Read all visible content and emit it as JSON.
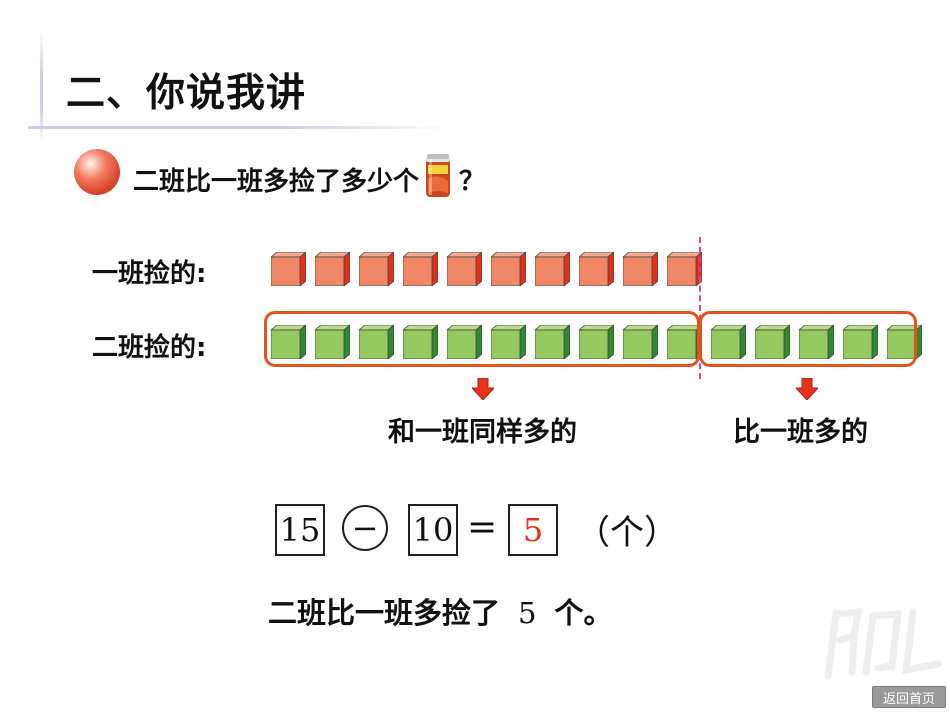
{
  "title": "二、你说我讲",
  "question": {
    "text": "二班比一班多捡了多少个",
    "end": "？",
    "icon": "drink-can-icon"
  },
  "rows": [
    {
      "label": "一班捡的:",
      "count": 10,
      "color": "red"
    },
    {
      "label": "二班捡的:",
      "count": 15,
      "color": "green"
    }
  ],
  "captions": {
    "same": "和一班同样多的",
    "more": "比一班多的"
  },
  "equation": {
    "a": "15",
    "op": "−",
    "b": "10",
    "eq": "=",
    "result": "5",
    "unit": "（个）"
  },
  "conclusion": {
    "before": "二班比一班多捡了",
    "num": "5",
    "after": "个。"
  },
  "home_button": "返回首页",
  "colors": {
    "red_front": "#f08766",
    "red_top": "#f4a992",
    "red_side": "#e0301e",
    "green_front": "#96c860",
    "green_top": "#b6dc85",
    "green_side": "#2e8a2c",
    "highlight": "#e2531e",
    "arrow": "#e8321a",
    "result": "#e8321a"
  }
}
